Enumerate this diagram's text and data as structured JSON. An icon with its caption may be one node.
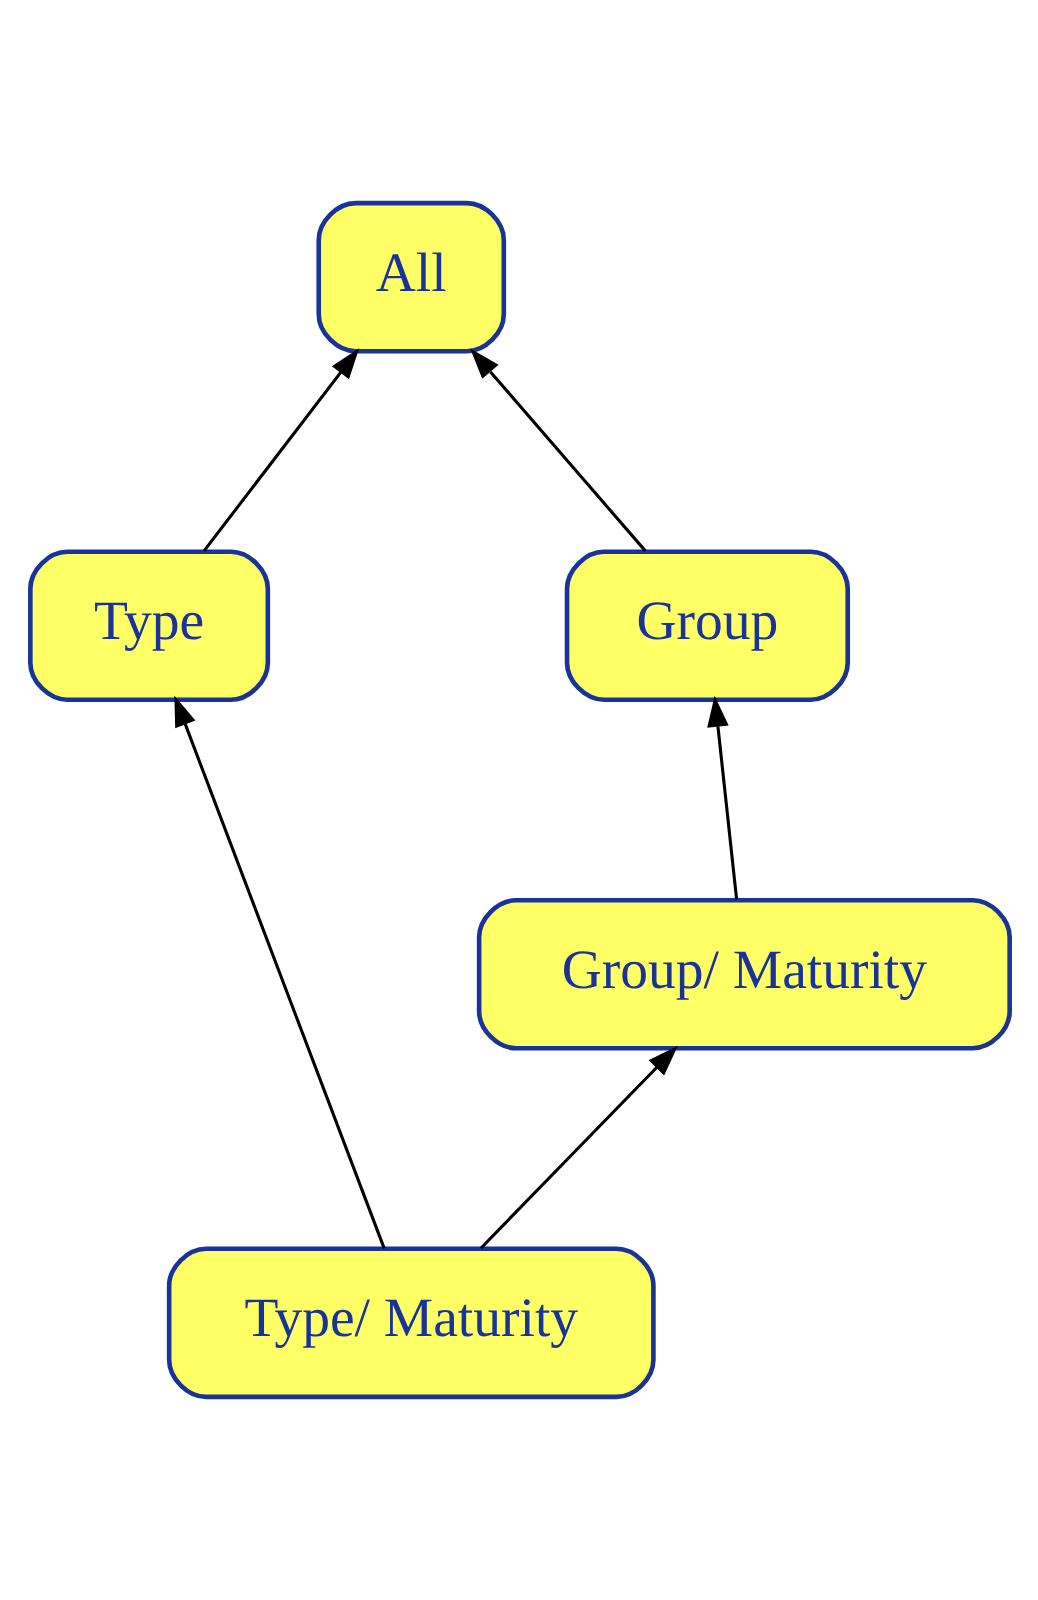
{
  "diagram": {
    "nodes": [
      {
        "text": [
          "All"
        ]
      },
      {
        "text": [
          "Type"
        ]
      },
      {
        "text": [
          "Group"
        ]
      },
      {
        "text": [
          "Group/ Maturity"
        ]
      },
      {
        "text": [
          "Type/ Maturity"
        ]
      }
    ],
    "edges": [
      {
        "from": 1,
        "to": 0,
        "arrow": "to"
      },
      {
        "from": 2,
        "to": 0,
        "arrow": "to"
      },
      {
        "from": 4,
        "to": 1,
        "arrow": "to"
      },
      {
        "from": 4,
        "to": 3,
        "arrow": "to"
      },
      {
        "from": 3,
        "to": 2,
        "arrow": "to"
      }
    ]
  }
}
